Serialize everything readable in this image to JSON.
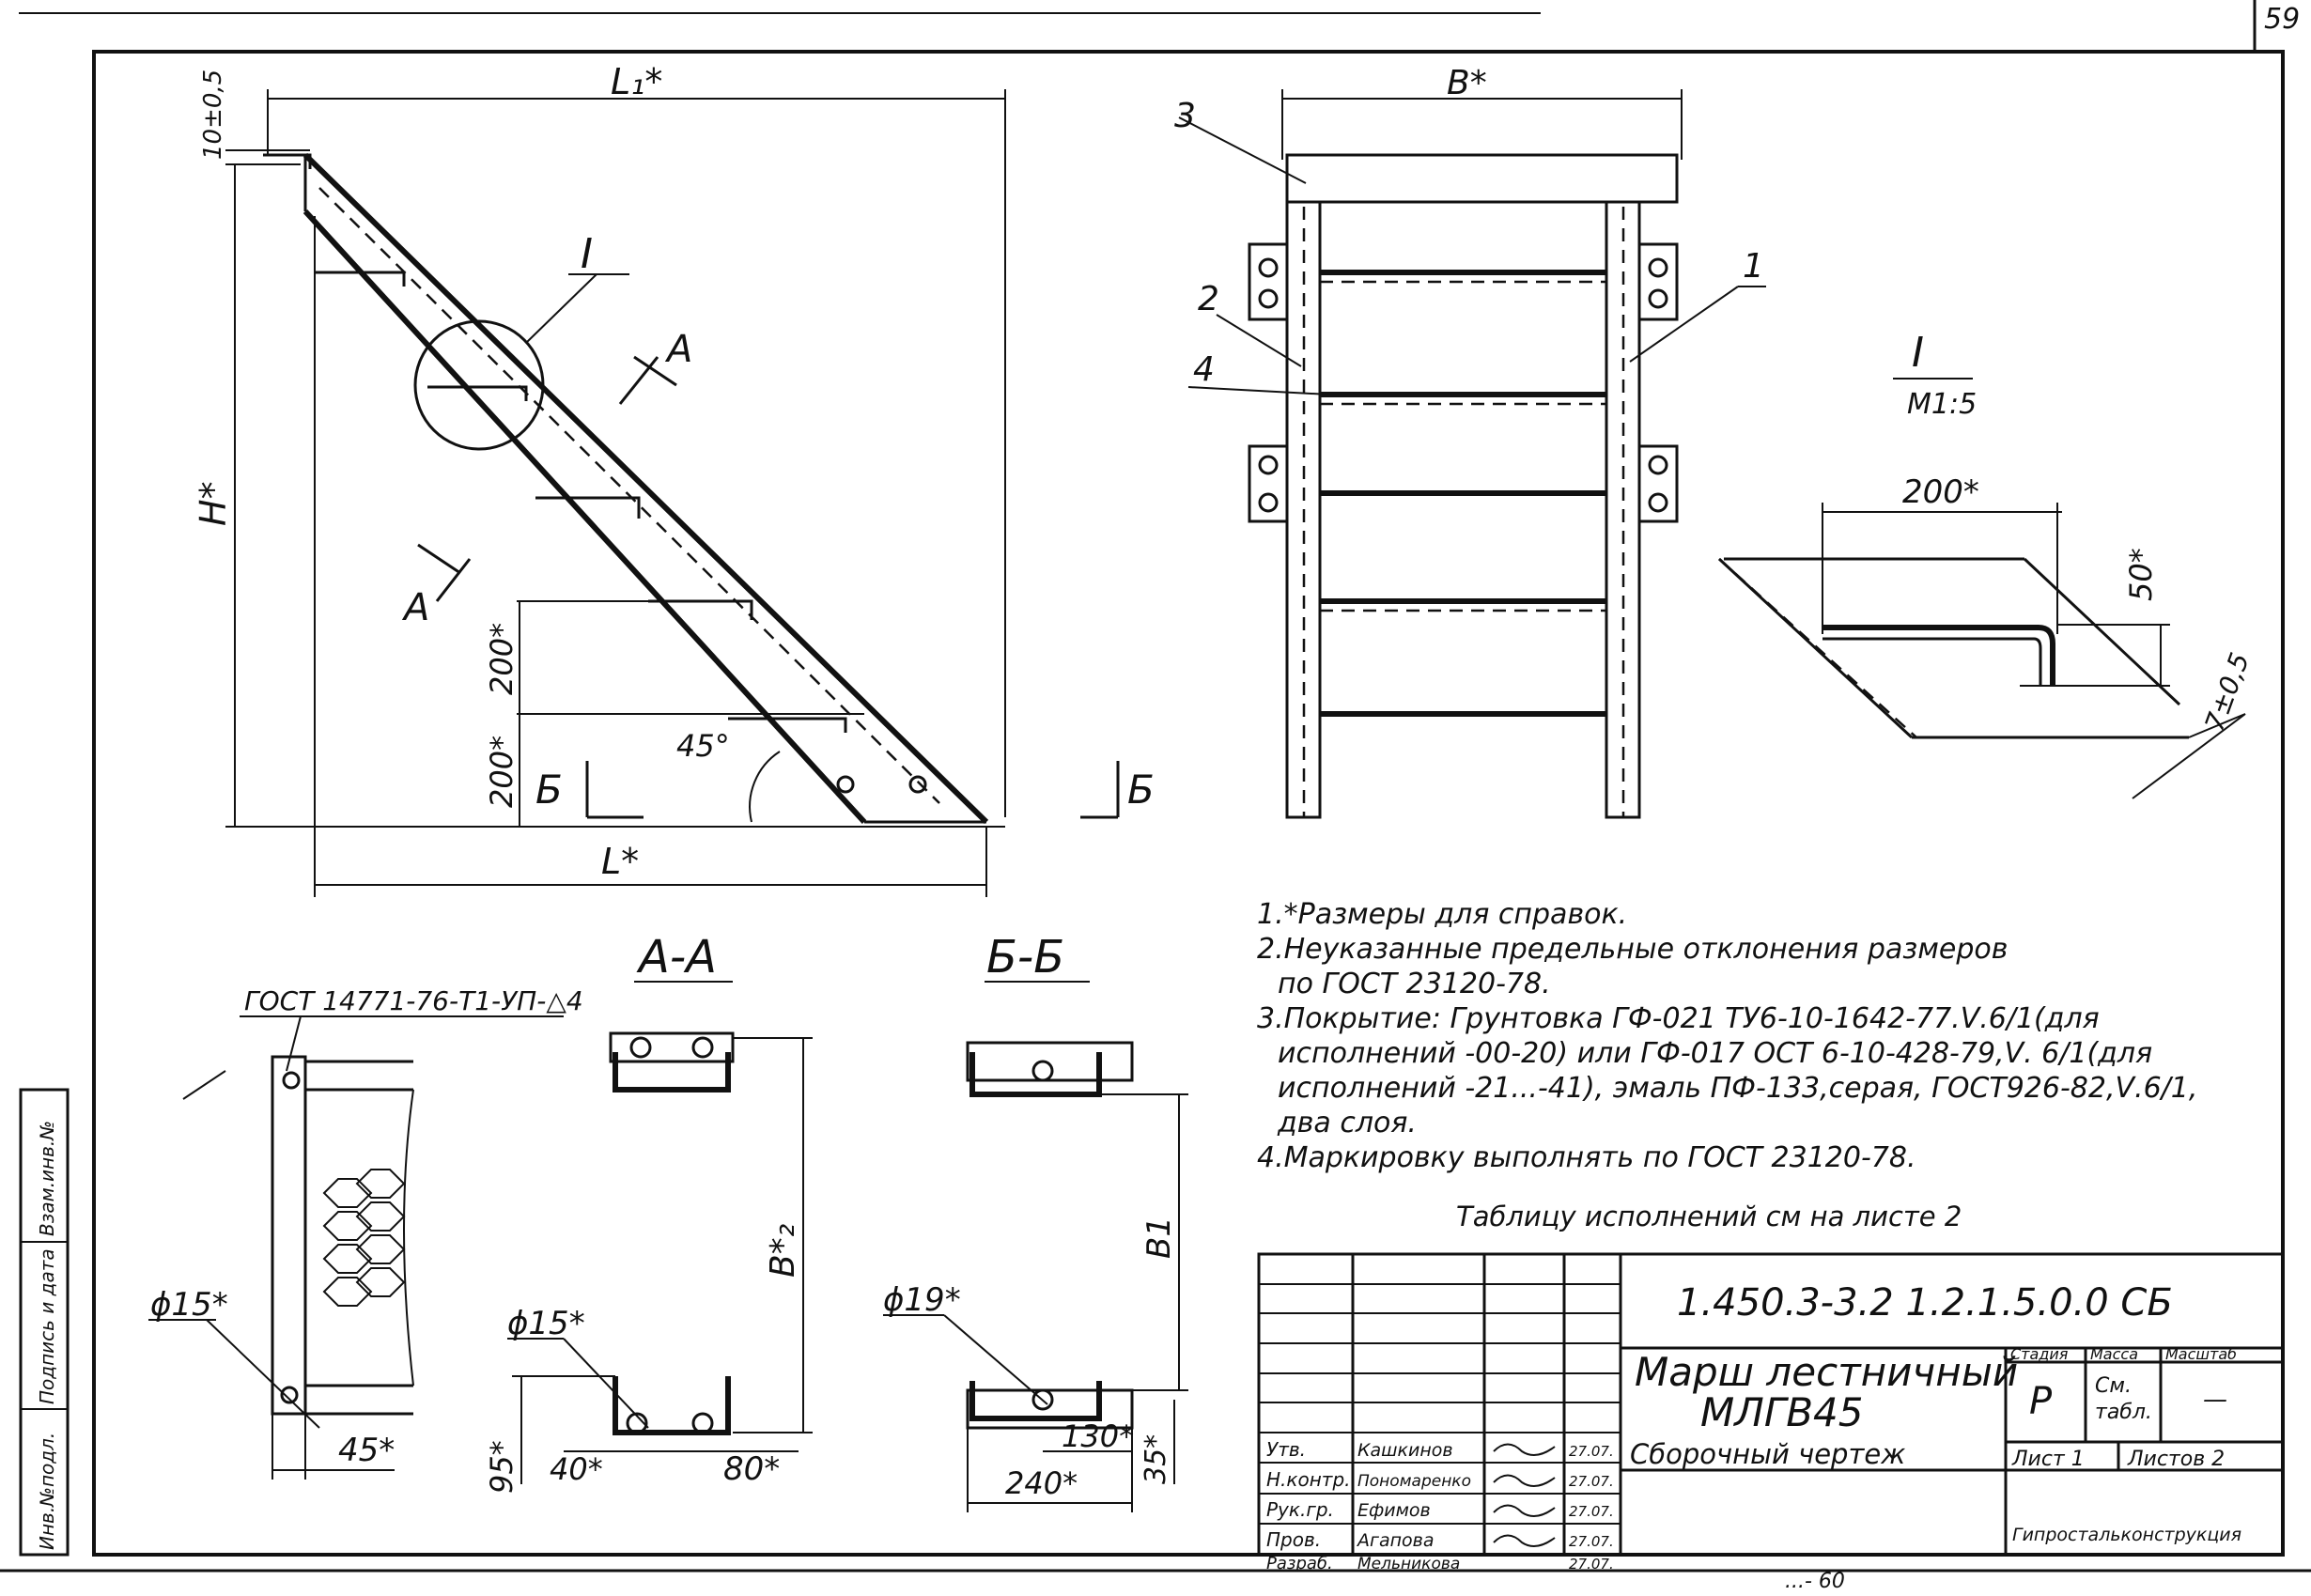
{
  "sheet": {
    "page_number": "59",
    "bottom_fragment": "...- 60"
  },
  "elevation": {
    "dim_L1": "L₁*",
    "dim_L": "L*",
    "dim_H": "H*",
    "dim_10": "10±0,5",
    "dim_200a": "200*",
    "dim_200b": "200*",
    "angle": "45°",
    "callout_I": "I",
    "section_A": "А",
    "section_B": "Б"
  },
  "plan": {
    "dim_B": "В*",
    "pos1": "1",
    "pos2": "2",
    "pos3": "3",
    "pos4": "4"
  },
  "detail_I": {
    "title": "I",
    "scale": "М1:5",
    "dim_200": "200*",
    "dim_50": "50*",
    "dim_7": "7±0,5"
  },
  "section_AA": {
    "title": "А-А",
    "weld_symbol": "ГОСТ 14771-76-Т1-УП-△4",
    "dia15_left": "ϕ15*",
    "dia15_mid": "ϕ15*",
    "dim_45": "45*",
    "dim_95": "95*",
    "dim_40": "40*",
    "dim_80": "80*",
    "dim_B2": "В*₂"
  },
  "section_BB": {
    "title": "Б-Б",
    "dia19": "ϕ19*",
    "dim_B1": "В1",
    "dim_130": "130*",
    "dim_240": "240*",
    "dim_35": "35*"
  },
  "notes": {
    "n1": "1.*Размеры для справок.",
    "n2a": "2.Неуказанные предельные отклонения размеров",
    "n2b": "по ГОСТ 23120-78.",
    "n3a": "3.Покрытие: Грунтовка ГФ-021 ТУ6-10-1642-77.Ⅴ.6/1(для",
    "n3b": "исполнений -00-20) или ГФ-017 ОСТ 6-10-428-79,Ⅴ. 6/1(для",
    "n3c": "исполнений -21...-41), эмаль ПФ-133,серая, ГОСТ926-82,Ⅴ.6/1,",
    "n3d": "два слоя.",
    "n4": "4.Маркировку выполнять по ГОСТ 23120-78.",
    "table_ref": "Таблицу исполнений см на листе 2"
  },
  "side_stamp": {
    "inv_orig": "Инв.№подл.",
    "sign_date": "Подпись и дата",
    "inv_replace": "Взам.инв.№"
  },
  "title_block": {
    "designation": "1.450.3-3.2 1.2.1.5.0.0 СБ",
    "name_line1": "Марш лестничный",
    "name_line2": "МЛГВ45",
    "doc_type": "Сборочный чертеж",
    "stage_label": "Стадия",
    "mass_label": "Масса",
    "scale_label": "Масштаб",
    "stage": "Р",
    "mass_line1": "См.",
    "mass_line2": "табл.",
    "scale": "—",
    "sheet_label": "Лист 1",
    "sheets_label": "Листов 2",
    "org": "Гипростальконструкция",
    "roles": [
      "Утв.",
      "Н.контр.",
      "Рук.гр.",
      "Пров.",
      "Разраб."
    ],
    "names": [
      "Кашкинов",
      "Пономаренко",
      "Ефимов",
      "Агапова",
      "Мельникова"
    ],
    "dates": [
      "27.07.",
      "27.07.",
      "27.07.",
      "27.07.",
      "27.07."
    ]
  }
}
